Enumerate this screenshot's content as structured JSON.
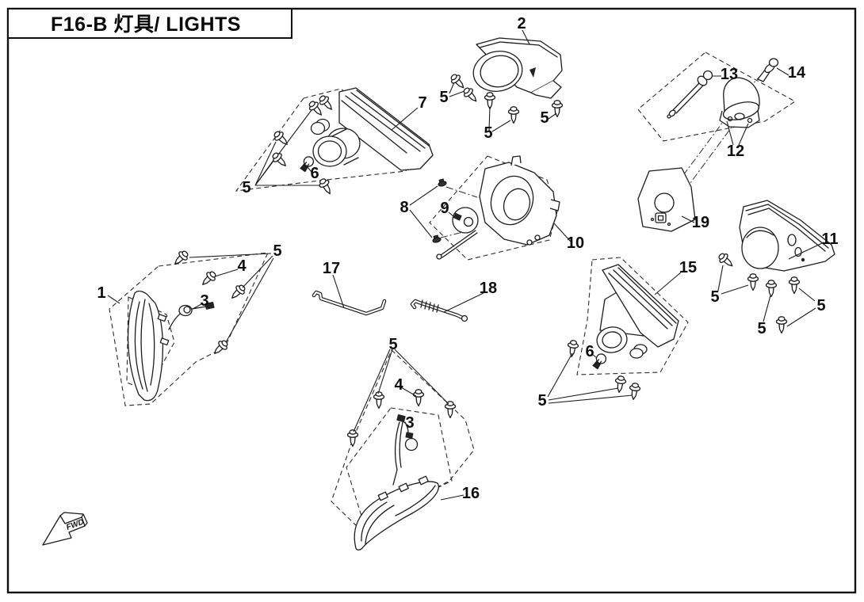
{
  "header": {
    "title": "F16-B 灯具/ LIGHTS"
  },
  "orientation": {
    "fwd_label": "FWD"
  },
  "diagram": {
    "type": "exploded-parts-diagram",
    "callouts": [
      {
        "label": "7"
      },
      {
        "label": "6"
      },
      {
        "label": "5"
      },
      {
        "label": "2"
      },
      {
        "label": "5"
      },
      {
        "label": "5"
      },
      {
        "label": "5"
      },
      {
        "label": "13"
      },
      {
        "label": "14"
      },
      {
        "label": "12"
      },
      {
        "label": "19"
      },
      {
        "label": "8"
      },
      {
        "label": "9"
      },
      {
        "label": "10"
      },
      {
        "label": "11"
      },
      {
        "label": "5"
      },
      {
        "label": "5"
      },
      {
        "label": "5"
      },
      {
        "label": "15"
      },
      {
        "label": "6"
      },
      {
        "label": "5"
      },
      {
        "label": "1"
      },
      {
        "label": "3"
      },
      {
        "label": "4"
      },
      {
        "label": "5"
      },
      {
        "label": "17"
      },
      {
        "label": "18"
      },
      {
        "label": "5"
      },
      {
        "label": "4"
      },
      {
        "label": "3"
      },
      {
        "label": "16"
      }
    ]
  }
}
